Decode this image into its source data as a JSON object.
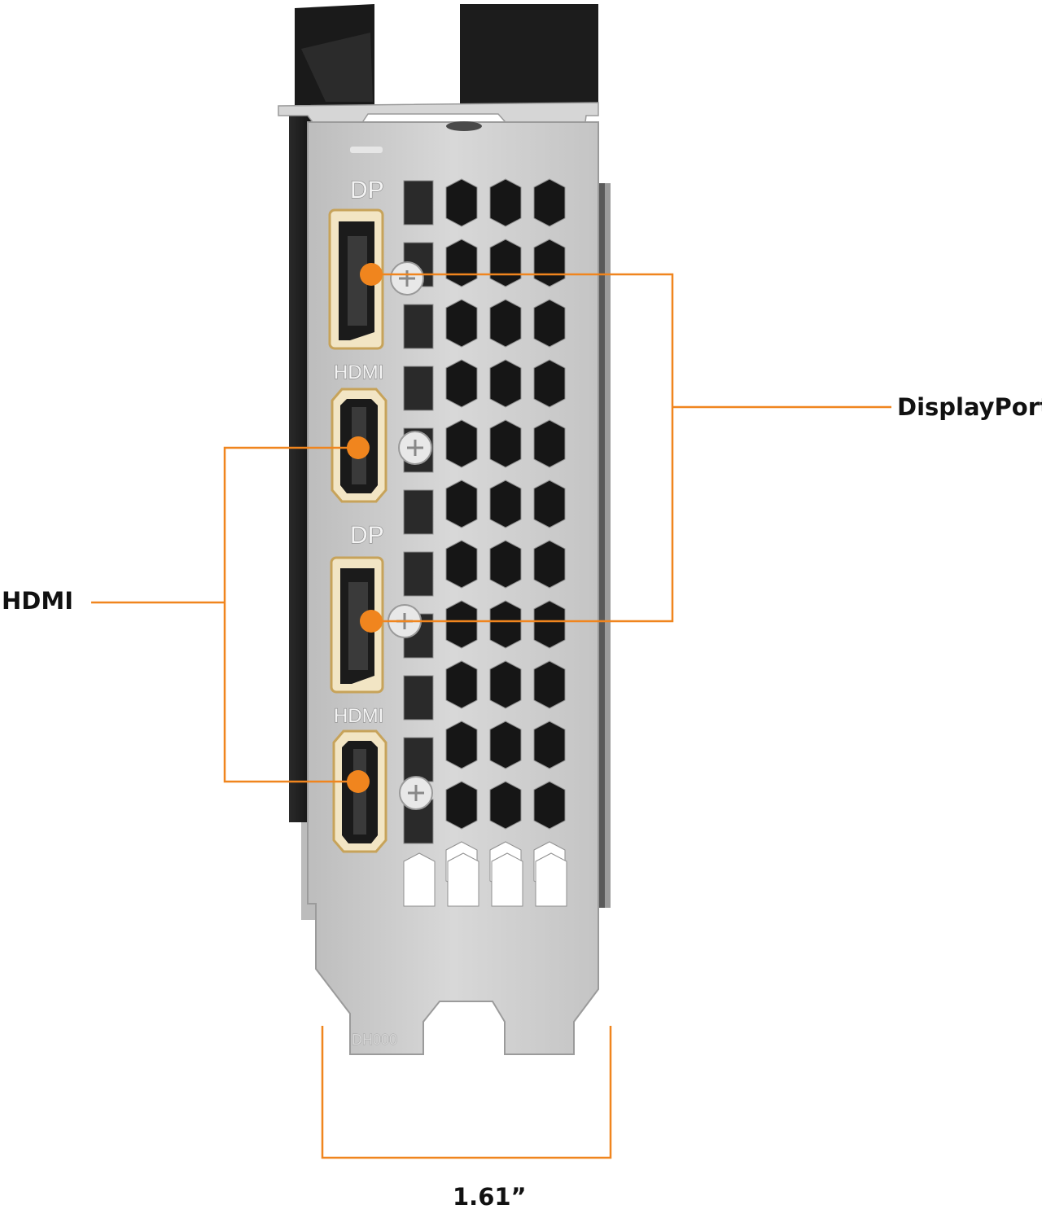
{
  "bracket": {
    "engraved_labels": [
      "DP",
      "HDMI",
      "DP",
      "HDMI"
    ],
    "part_code": "DH000"
  },
  "callouts": {
    "displayport": "DisplayPort",
    "hdmi": "HDMI"
  },
  "dimension": {
    "label": "1.61”"
  },
  "colors": {
    "accent": "#f0851e",
    "bracket": "#cfcfcf",
    "card": "#151515",
    "port_gold": "#c7a35a"
  }
}
